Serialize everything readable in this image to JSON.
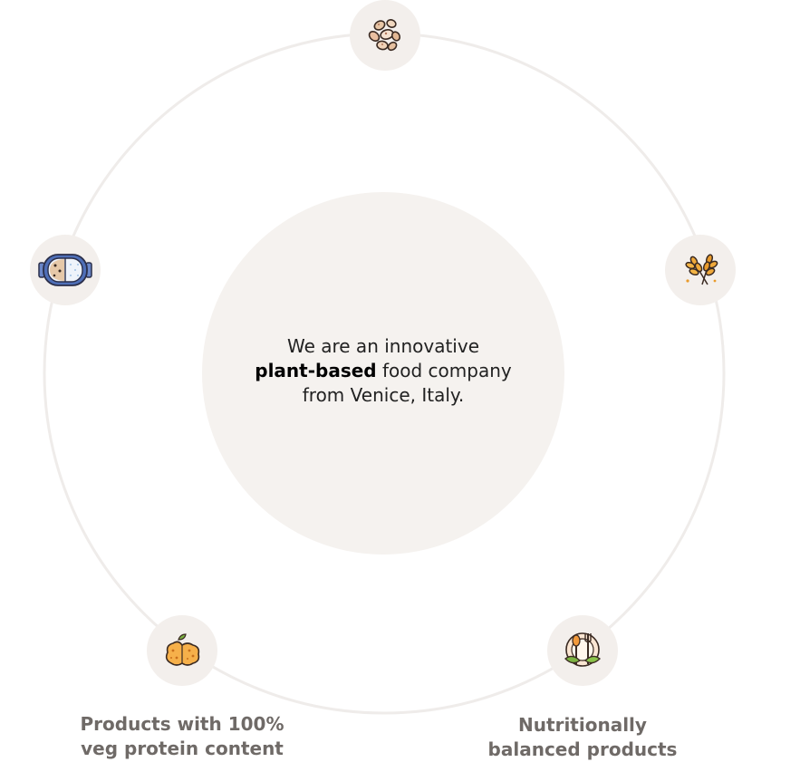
{
  "intro": {
    "line1": "We are an innovative",
    "bold": "plant-based",
    "line2_rest": " food company",
    "line3": "from Venice, Italy."
  },
  "features": [
    {
      "icon": "beans-icon"
    },
    {
      "icon": "wheat-icon"
    },
    {
      "icon": "balanced-plate-icon",
      "caption_line1": "Nutritionally",
      "caption_line2": "balanced products"
    },
    {
      "icon": "protein-legumes-icon",
      "caption_line1": "Products with 100%",
      "caption_line2": "veg protein content"
    },
    {
      "icon": "container-icon"
    }
  ],
  "colors": {
    "circle_bg": "#f5f2ef",
    "ring": "#efecea",
    "caption": "#6f6a67"
  }
}
